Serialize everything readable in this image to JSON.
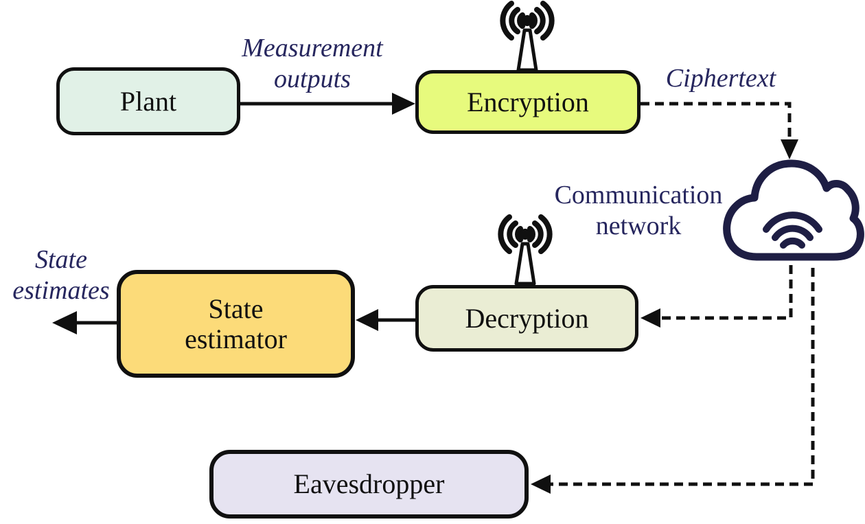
{
  "title": "Encrypted state estimation over a communication network (block diagram)",
  "colors": {
    "ink": "#101010",
    "navy": "#26265e",
    "cloud_navy": "#1e1e44"
  },
  "boxes": {
    "plant": {
      "label": "Plant",
      "fill": "#e1f1e7"
    },
    "encryption": {
      "label": "Encryption",
      "fill": "#e7fa7d"
    },
    "decryption": {
      "label": "Decryption",
      "fill": "#eaedd4"
    },
    "state_estimator": {
      "label": "State estimator",
      "fill": "#fcdb79"
    },
    "eavesdropper": {
      "label": "Eavesdropper",
      "fill": "#e6e3f1"
    }
  },
  "labels": {
    "measurement_outputs": "Measurement outputs",
    "ciphertext": "Ciphertext",
    "communication_network": "Communication network",
    "state_estimates": "State estimates"
  },
  "icons": {
    "antenna": "radio-antenna-icon",
    "cloud": "cloud-network-icon",
    "wifi": "wifi-signal-icon"
  }
}
